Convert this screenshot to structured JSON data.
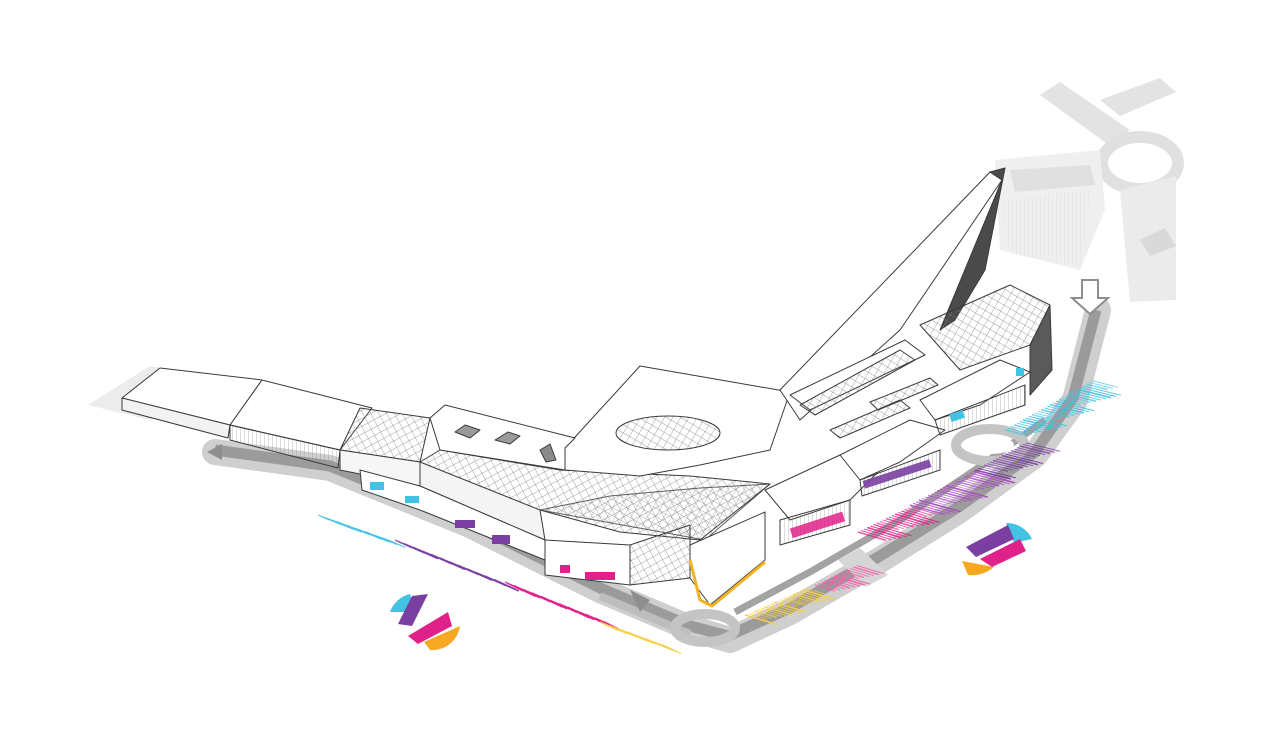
{
  "diagram": {
    "kind": "axonometric-site-plan",
    "text_labels": [],
    "colors": {
      "background": "#ffffff",
      "road": "#9a9a9a",
      "road_light": "#d8d8d8",
      "roof": "#ffffff",
      "building_line": "#3a3a3a",
      "glass_grid": "#8a8a8a",
      "context_grey": "#e6e6e6",
      "cyan": "#43c3e4",
      "purple": "#7a3fa0",
      "violet": "#a94fbf",
      "magenta": "#e0218a",
      "pink": "#f05fa8",
      "orange": "#f7a823",
      "yellow": "#f6cf4a"
    },
    "zones": [
      {
        "id": "zone-cyan",
        "color": "cyan"
      },
      {
        "id": "zone-purple",
        "color": "purple"
      },
      {
        "id": "zone-magenta",
        "color": "magenta"
      },
      {
        "id": "zone-yellow",
        "color": "yellow"
      }
    ],
    "logo_marks": [
      {
        "id": "petal-logo-left",
        "petals": [
          "cyan",
          "purple",
          "magenta",
          "orange"
        ]
      },
      {
        "id": "petal-logo-right",
        "petals": [
          "cyan",
          "purple",
          "magenta",
          "orange"
        ]
      }
    ],
    "icons": [
      "traffic-arrow-icon",
      "skylight-dome-icon"
    ]
  }
}
